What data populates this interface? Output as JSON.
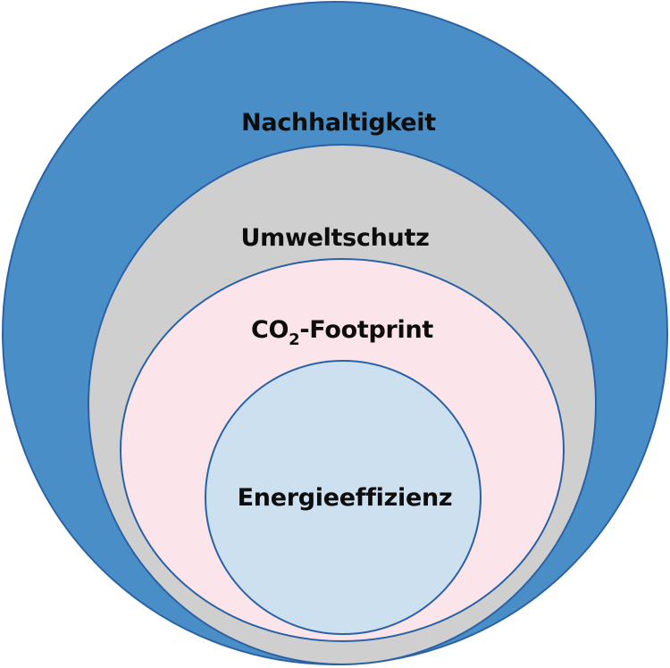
{
  "diagram": {
    "rings": [
      {
        "id": "nachhaltigkeit",
        "label": "Nachhaltigkeit",
        "fill": "#4a8ec8",
        "stroke": "#2b62a6"
      },
      {
        "id": "umweltschutz",
        "label": "Umweltschutz",
        "fill": "#cfcfcf",
        "stroke": "#2b62a6"
      },
      {
        "id": "co2-footprint",
        "label_prefix": "CO",
        "label_subscript": "2",
        "label_suffix": "-Footprint",
        "fill": "#fbe4ea",
        "stroke": "#2b62a6"
      },
      {
        "id": "energieeffizienz",
        "label": "Energieeffizienz",
        "fill": "#cde0f0",
        "stroke": "#2b62a6"
      }
    ]
  }
}
